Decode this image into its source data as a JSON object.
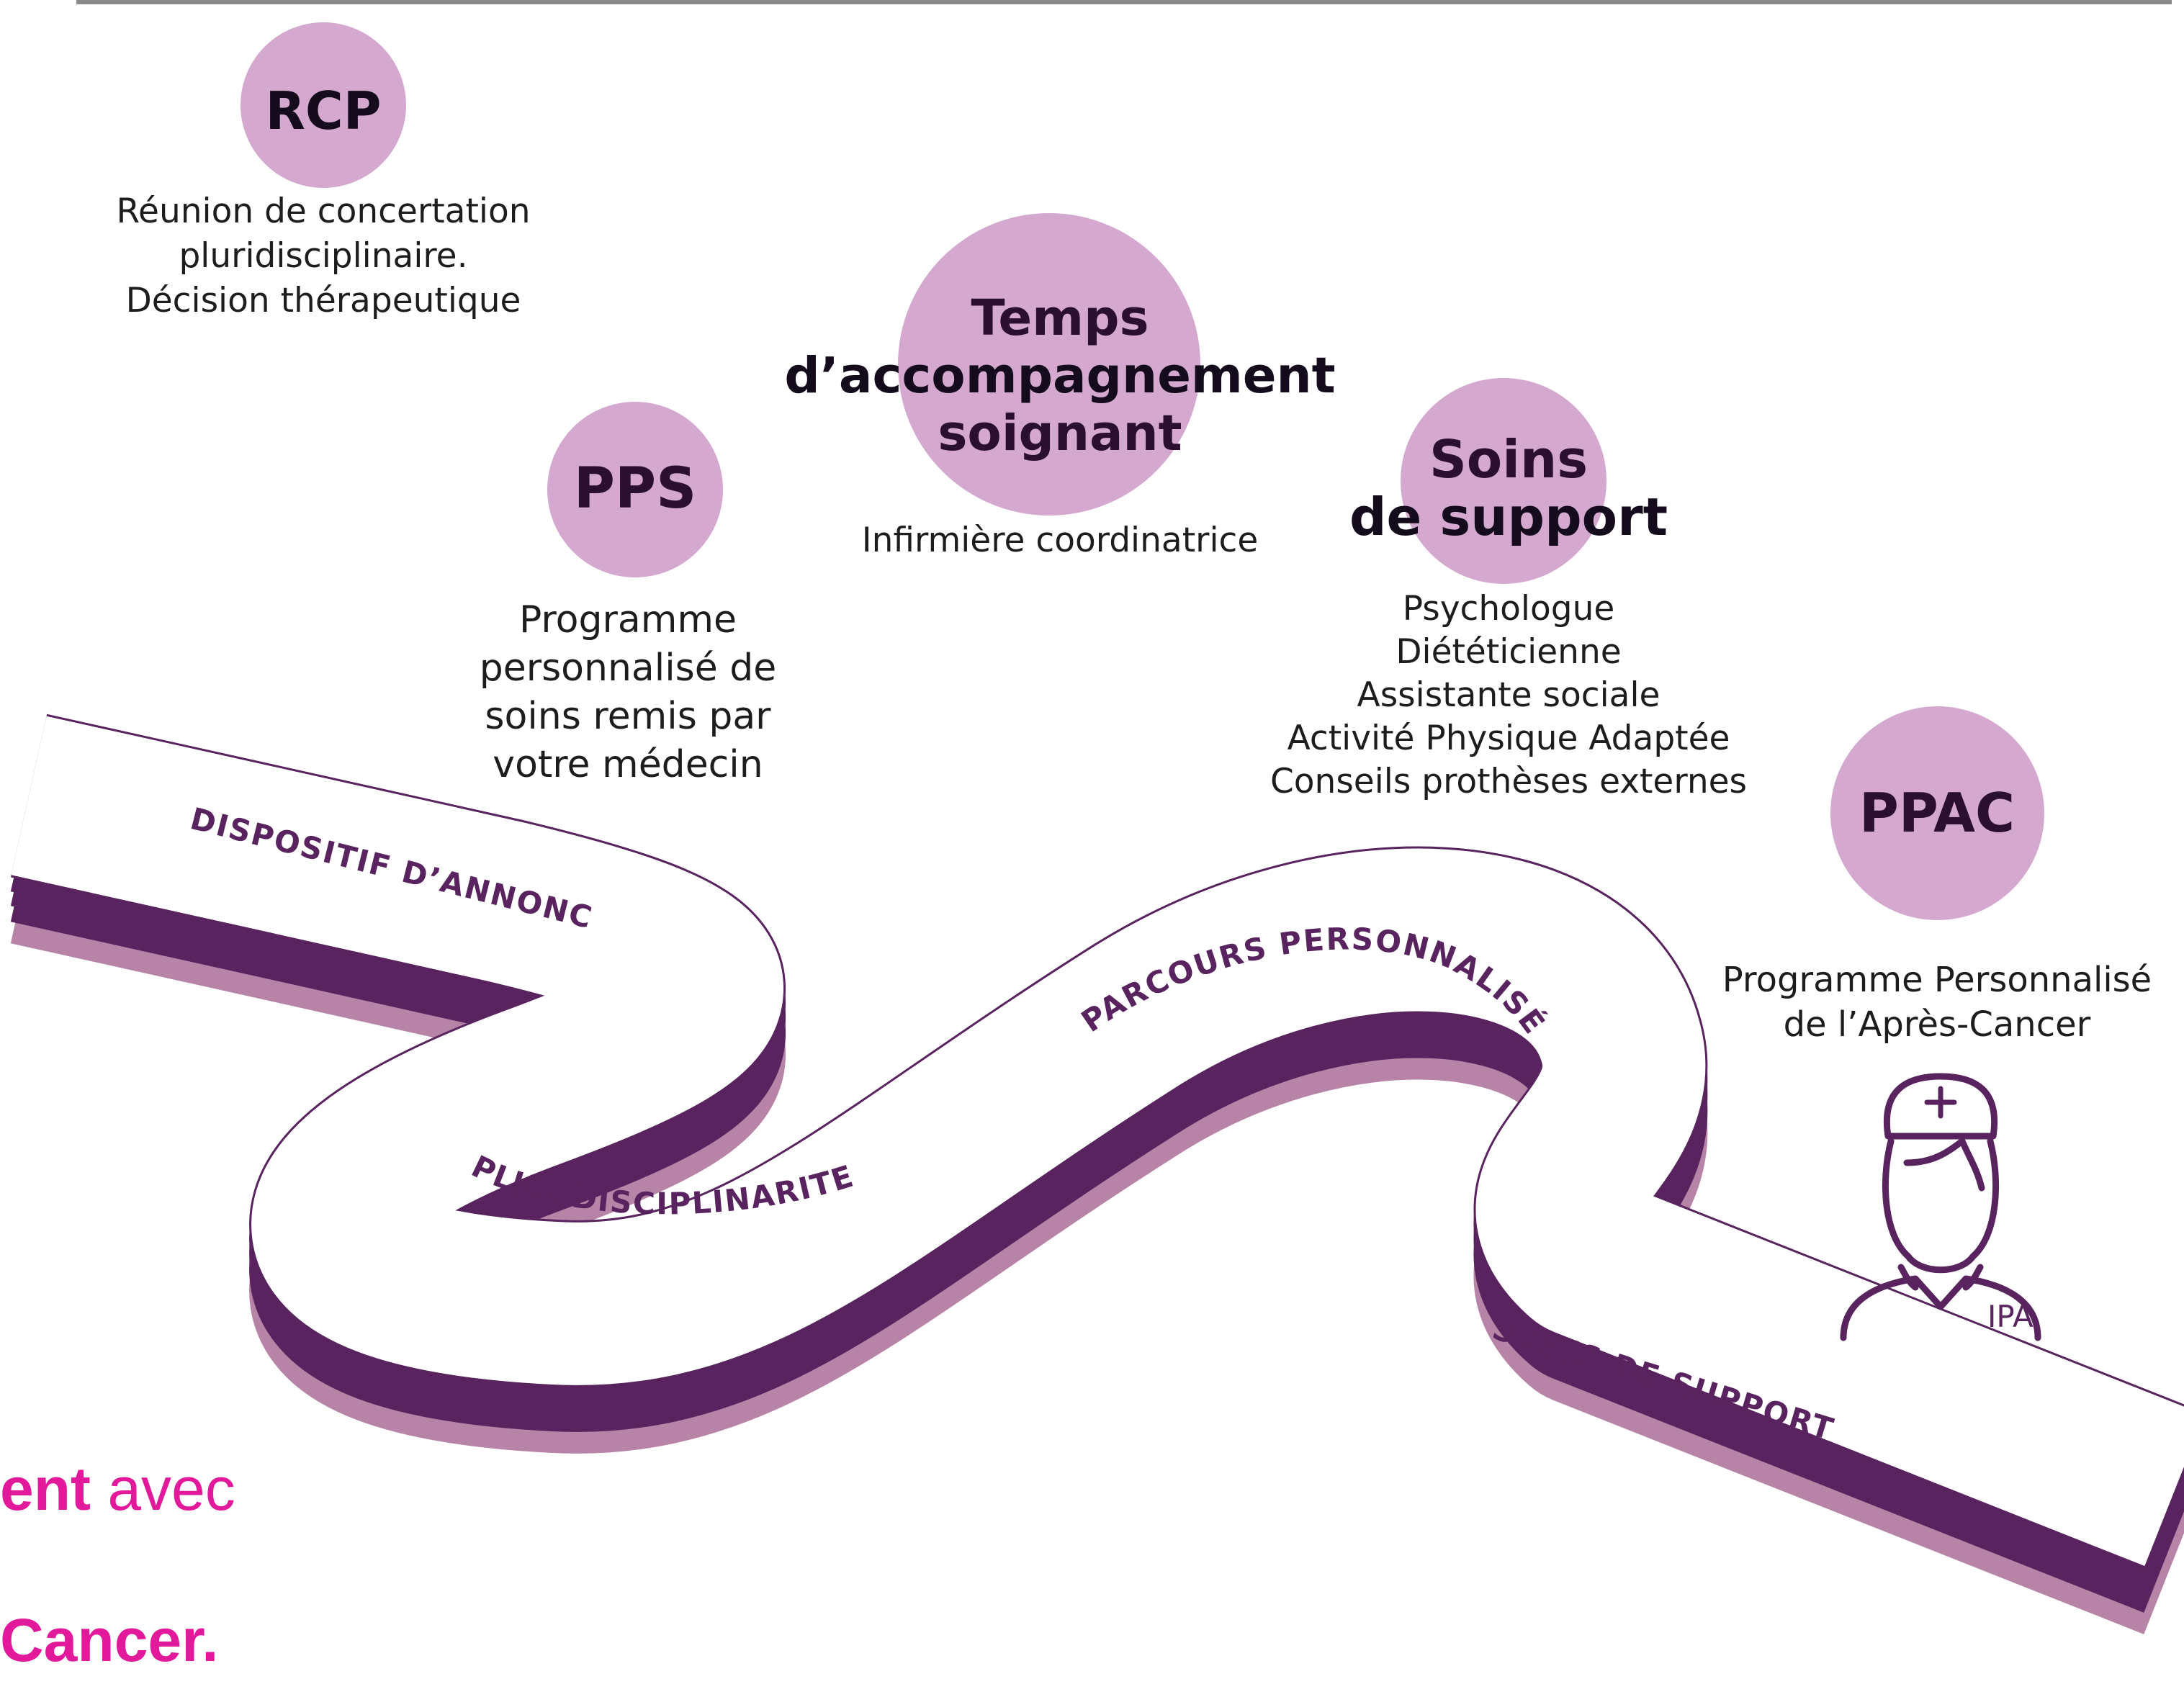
{
  "steps": {
    "rcp": {
      "title": "RCP",
      "desc": [
        "Réunion de concertation",
        "pluridisciplinaire.",
        "Décision thérapeutique"
      ]
    },
    "pps": {
      "title": "PPS",
      "desc": [
        "Programme",
        "personnalisé de",
        "soins remis par",
        "votre médecin"
      ]
    },
    "temps": {
      "title": [
        "Temps",
        "d’accompagnement",
        "soignant"
      ],
      "desc": [
        "Infirmière coordinatrice"
      ]
    },
    "soins": {
      "title": [
        "Soins",
        "de support"
      ],
      "desc": [
        "Psychologue",
        "Diététicienne",
        "Assistante sociale",
        "Activité Physique Adaptée",
        "Conseils prothèses externes"
      ]
    },
    "ppac": {
      "title": "PPAC",
      "desc": [
        "Programme Personnalisé",
        "de l’Après-Cancer"
      ]
    }
  },
  "road_labels": {
    "annonce": "DISPOSITIF D’ANNONCE",
    "pluri": "PLURIDISCIPLINARITE",
    "parcours": "PARCOURS PERSONNALISÉ",
    "support": "SOINS DE SUPPORT"
  },
  "nurse": {
    "label": "IPA",
    "icon": "nurse-icon"
  },
  "footer": {
    "line1_bold": "ent",
    "line1_rest": " avec",
    "line2_bold": "Cancer."
  },
  "colors": {
    "circle": "#d5a9cf",
    "road_side": "#58235e",
    "road_shadow": "#b784a8",
    "label": "#58235e",
    "accent": "#e1199a"
  }
}
